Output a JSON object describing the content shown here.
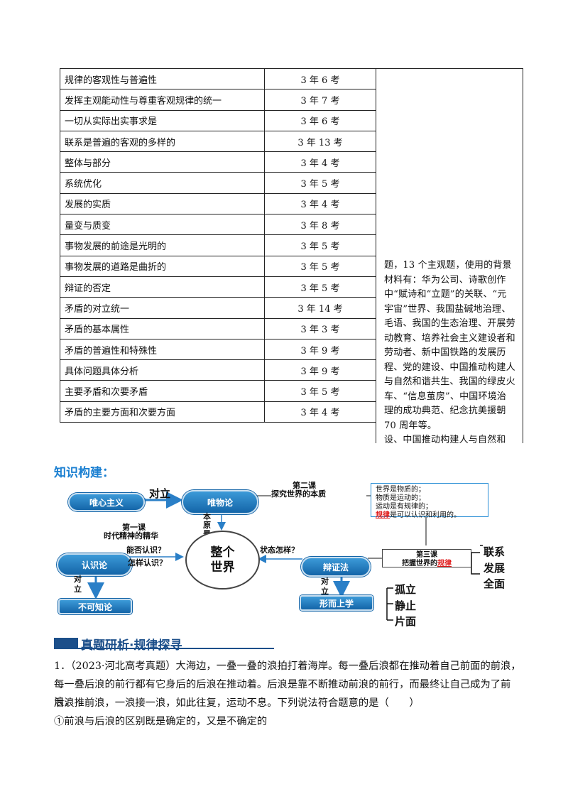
{
  "table": {
    "rows": [
      {
        "topic": "规律的客观性与普遍性",
        "freq": "3 年 6 考"
      },
      {
        "topic": "发挥主观能动性与尊重客观规律的统一",
        "freq": "3 年 7 考"
      },
      {
        "topic": "一切从实际出实事求是",
        "freq": "3 年 6 考"
      },
      {
        "topic": "联系是普遍的客观的多样的",
        "freq": "3 年 13 考"
      },
      {
        "topic": "整体与部分",
        "freq": "3 年 4 考"
      },
      {
        "topic": "系统优化",
        "freq": "3 年 5 考"
      },
      {
        "topic": "发展的实质",
        "freq": "3 年 4 考"
      },
      {
        "topic": "量变与质变",
        "freq": "3 年 8 考"
      },
      {
        "topic": "事物发展的前途是光明的",
        "freq": "3 年 5 考"
      },
      {
        "topic": "事物发展的道路是曲折的",
        "freq": "3 年 5 考"
      },
      {
        "topic": "辩证的否定",
        "freq": "3 年 5 考"
      },
      {
        "topic": "矛盾的对立统一",
        "freq": "3 年 14 考"
      },
      {
        "topic": "矛盾的基本属性",
        "freq": "3 年 3 考"
      },
      {
        "topic": "矛盾的普遍性和特殊性",
        "freq": "3 年 9 考"
      },
      {
        "topic": "具体问题具体分析",
        "freq": "3 年 9 考"
      },
      {
        "topic": "主要矛盾和次要矛盾",
        "freq": "3 年 5 考"
      },
      {
        "topic": "矛盾的主要方面和次要方面",
        "freq": "3 年 4 考"
      }
    ],
    "side_text": "题，13 个主观题，使用的背景材料有：华为公司、诗歌创作中“赋诗和“立题”的关联、“元宇宙”世界、我国盐碱地治理、毛语、我国的生态治理、开展劳动教育、培养社会主义建设者和劳动者、新中国铁路的发展历程、党的建设、中国推动构建人与自然和谐共生、我国的绿皮火车、“信息茧房”、中国环境治理的成功典范、纪念抗美援朝 70 周年等。",
    "side_text_cut": "设、中国推动构建人与自然和"
  },
  "section_title": "知识构建：",
  "diagram": {
    "idealism": "唯心主义",
    "duili_top": "对立",
    "materialism": "唯物论",
    "lesson2_title": "第二课",
    "lesson2_sub": "探究世界的本质",
    "box_line1": "世界是物质的；",
    "box_line2": "物质是运动的；",
    "box_line3": "运动是有规律的；",
    "box_line4_red": "规律",
    "box_line4_rest": "是可以认识和利用的。",
    "benyuan": "本原是什么？",
    "lesson1_title": "第一课",
    "lesson1_sub": "时代精神的精华",
    "center_line1": "整个",
    "center_line2": "世界",
    "epistemology": "认识论",
    "q_can": "能否认识？",
    "q_how": "怎样认识？",
    "q_state": "状态怎样？",
    "dialectics": "辩证法",
    "lesson3_title": "第三课",
    "lesson3_sub_pre": "把握世界的",
    "lesson3_sub_red": "规律",
    "right_words": [
      "联系",
      "发展",
      "全面"
    ],
    "duili_left": "对立",
    "agnosticism": "不可知论",
    "duili_right": "对立",
    "metaphysics": "形而上学",
    "meta_words": [
      "孤立",
      "静止",
      "片面"
    ]
  },
  "banner_title": "真题研析·规律探寻",
  "question": {
    "line1": "1．（2023·河北高考真题）大海边，一叠一叠的浪拍打着海岸。每一叠后浪都在推动着自己前面的前浪，",
    "line2": "每一叠后浪的前行都有它身后的后浪在推动着。后浪是靠不断推动前浪的前行，而最终让自己成为了前浪，",
    "line3": "后浪推前浪，一浪接一浪，如此往复，运动不息。下列说法符合题意的是（　　）",
    "option1": "①前浪与后浪的区别既是确定的，又是不确定的"
  }
}
